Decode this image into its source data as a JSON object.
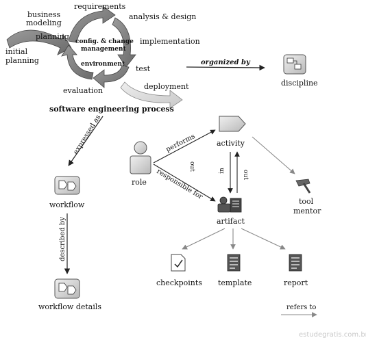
{
  "process": {
    "phases": {
      "requirements": "requirements",
      "analysis_design": "analysis & design",
      "implementation": "implementation",
      "test": "test",
      "deployment": "deployment",
      "evaluation": "evaluation",
      "initial_planning_1": "initial",
      "initial_planning_2": "planning",
      "planning": "planning",
      "business_modeling_1": "business",
      "business_modeling_2": "modeling"
    },
    "center": {
      "config_1": "config. & change",
      "config_2": "management",
      "environment": "environment"
    },
    "title": "software engineering process"
  },
  "relations": {
    "organized_by": "organized by",
    "expressed_as": "expressed as",
    "described_by": "described by",
    "performs": "performs",
    "responsible_for": "responsible for",
    "out_1": "out",
    "in": "in",
    "out_2": "out",
    "refers_to": "refers to"
  },
  "nodes": {
    "discipline": "discipline",
    "workflow": "workflow",
    "workflow_details": "workflow details",
    "role": "role",
    "activity": "activity",
    "artifact": "artifact",
    "tool_mentor_1": "tool",
    "tool_mentor_2": "mentor",
    "checkpoints": "checkpoints",
    "template": "template",
    "report": "report"
  },
  "watermark": "estudegratis.com.br",
  "icons": {
    "discipline": "discipline-icon",
    "workflow": "workflow-icon",
    "workflow_details": "workflow-details-icon",
    "role": "role-person-icon",
    "activity": "activity-pentagon-icon",
    "artifact": "artifact-icon",
    "tool_mentor": "hammer-icon",
    "checkpoints": "checklist-icon",
    "template": "document-icon",
    "report": "document-icon"
  }
}
